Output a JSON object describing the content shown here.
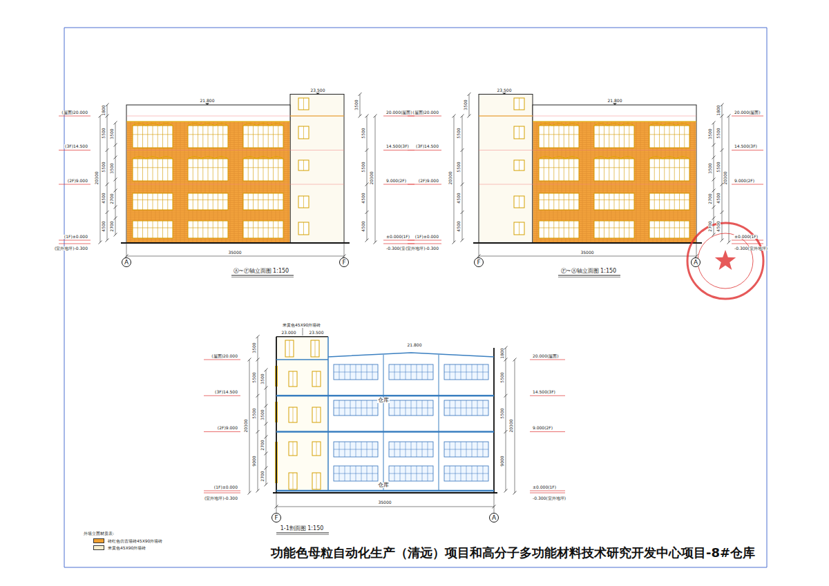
{
  "diagram": {
    "title": "功能色母粒自动化生产（清远）项目和高分子多功能材料技术研究开发中心项目-8#仓库",
    "nodes": [
      {
        "text": [
          "A"
        ]
      },
      {
        "text": [
          "F"
        ]
      },
      {
        "text": [
          "F"
        ]
      },
      {
        "text": [
          "A"
        ]
      },
      {
        "text": [
          "F"
        ]
      },
      {
        "text": [
          "A"
        ]
      }
    ],
    "labels": [
      "21.800",
      "23.500",
      "(屋面)20.000",
      "(3F)14.500",
      "(2F)9.000",
      "(1F)±0.000",
      "(室外地坪)-0.300",
      "20300",
      "4500",
      "4500",
      "5500",
      "5500",
      "1800",
      "2700",
      "2700",
      "3500",
      "3500",
      "3500",
      "4500",
      "4500",
      "5500",
      "5500",
      "20300",
      "20.000(屋面)",
      "14.500(3F)",
      "9.000(2F)",
      "±0.000(1F)",
      "-0.300(室外地坪)",
      "35000",
      "Ⓐ~Ⓕ轴立面图 1:150",
      "23.500",
      "21.800",
      "(屋面)20.000",
      "(3F)14.500",
      "(2F)9.000",
      "(1F)±0.000",
      "(室外地坪)-0.300",
      "20300",
      "3500",
      "4500",
      "4500",
      "5500",
      "5500",
      "2700",
      "2700",
      "3500",
      "3500",
      "1800",
      "4500",
      "4500",
      "5500",
      "5500",
      "20300",
      "20.000(屋面)",
      "14.500(3F)",
      "9.000(2F)",
      "±0.000(1F)",
      "-0.300(室外地坪)",
      "35000",
      "Ⓕ~Ⓐ轴立面图 1:150",
      "米黄色45X90外墙砖",
      "23.000",
      "23.500",
      "21.800",
      "(屋面)20.000",
      "(3F)14.500",
      "(2F)9.000",
      "(1F)±0.000",
      "(室外地坪)-0.300",
      "20300",
      "3500",
      "5500",
      "5500",
      "9000",
      "3500",
      "3500",
      "2700",
      "2700",
      "仓库",
      "仓库",
      "1800",
      "5500",
      "5500",
      "9000",
      "20300",
      "20.000(屋面)",
      "14.500(3F)",
      "9.000(2F)",
      "±0.000(1F)",
      "-0.300(室外地坪)",
      "35000",
      "1-1剖面图 1:150",
      "外墙立面材质表:"
    ],
    "legend": [
      {
        "text": "砖红色仿古墙砖45X90外墙砖",
        "color": "#f0a030"
      },
      {
        "text": "米黄色45X90外墙砖",
        "color": "#f8efcf"
      }
    ]
  }
}
